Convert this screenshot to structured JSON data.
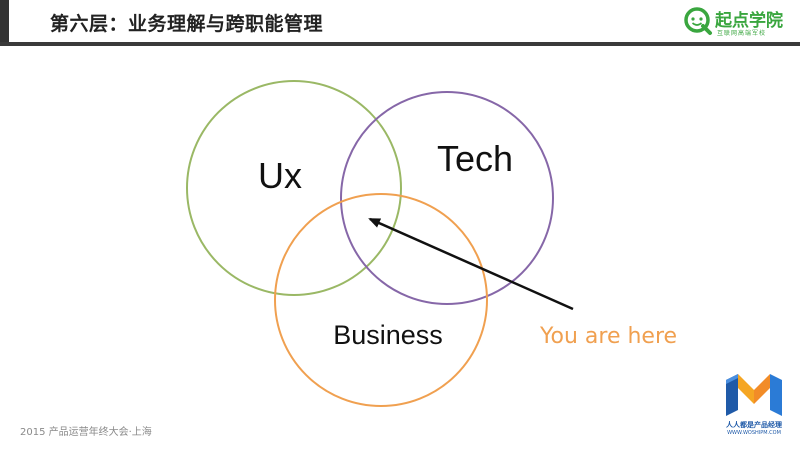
{
  "header": {
    "title": "第六层：业务理解与跨职能管理",
    "brand_name": "起点学院",
    "brand_tagline": "互联网高端军校",
    "brand_icon": "q-chat-icon",
    "brand_color": "#3aa63f"
  },
  "diagram": {
    "circles": [
      {
        "label": "Ux",
        "color": "#9ab865"
      },
      {
        "label": "Tech",
        "color": "#8667a8"
      },
      {
        "label": "Business",
        "color": "#f0a050"
      }
    ],
    "annotation": "You are here",
    "annotation_color": "#f0a050",
    "arrow_color": "#111111"
  },
  "footer": {
    "text": "2015 产品运营年终大会·上海"
  },
  "corner_logo": {
    "icon": "m-logo-icon",
    "caption": "人人都是产品经理",
    "url": "WWW.WOSHIPM.COM"
  }
}
